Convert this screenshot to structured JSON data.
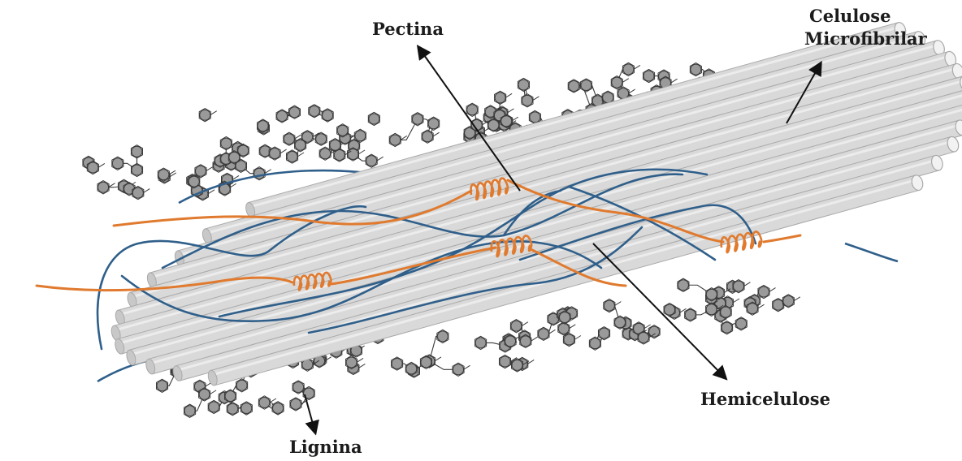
{
  "labels": {
    "pectina": "Pectina",
    "celulose_line1": "Celulose",
    "celulose_line2": "Microfibrilar",
    "hemicelulose": "Hemicelulose",
    "lignina": "Lignina"
  },
  "colors": {
    "fiber_fill": "#d9d9d9",
    "fiber_edge": "#a9a9a9",
    "fiber_end": "#f2f2f2",
    "hemicellulose_strand": "#2f5f8a",
    "pectin_strand": "#e07a2e",
    "lignin_unit": "#9a9a9a",
    "lignin_outline": "#3a3a3a",
    "arrow": "#111111",
    "text": "#1c1c1c"
  }
}
